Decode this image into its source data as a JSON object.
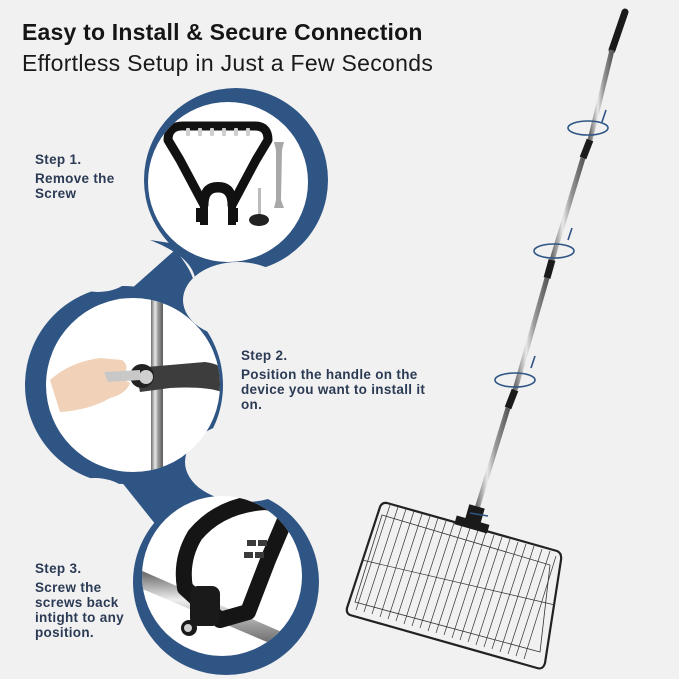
{
  "header": {
    "title": "Easy to Install & Secure Connection",
    "subtitle": "Effortless Setup in Just a Few Seconds"
  },
  "steps": [
    {
      "heading": "Step 1.",
      "body": "Remove the Screw"
    },
    {
      "heading": "Step 2.",
      "body": "Position the handle on the device you want to install it on."
    },
    {
      "heading": "Step 3.",
      "body": "Screw the screws back intight to any position."
    }
  ],
  "images": {
    "step1": "d-handle-with-screw-and-wrench",
    "step2": "hand-tightening-handle-on-pole",
    "step3": "handle-mounted-on-pole-closeup",
    "product": "telescopic-pole-with-wire-mesh-scoop"
  },
  "colors": {
    "background": "#f1f1f1",
    "accent_blue": "#2f5585",
    "title_text": "#151515",
    "step_text": "#2c3b55"
  }
}
